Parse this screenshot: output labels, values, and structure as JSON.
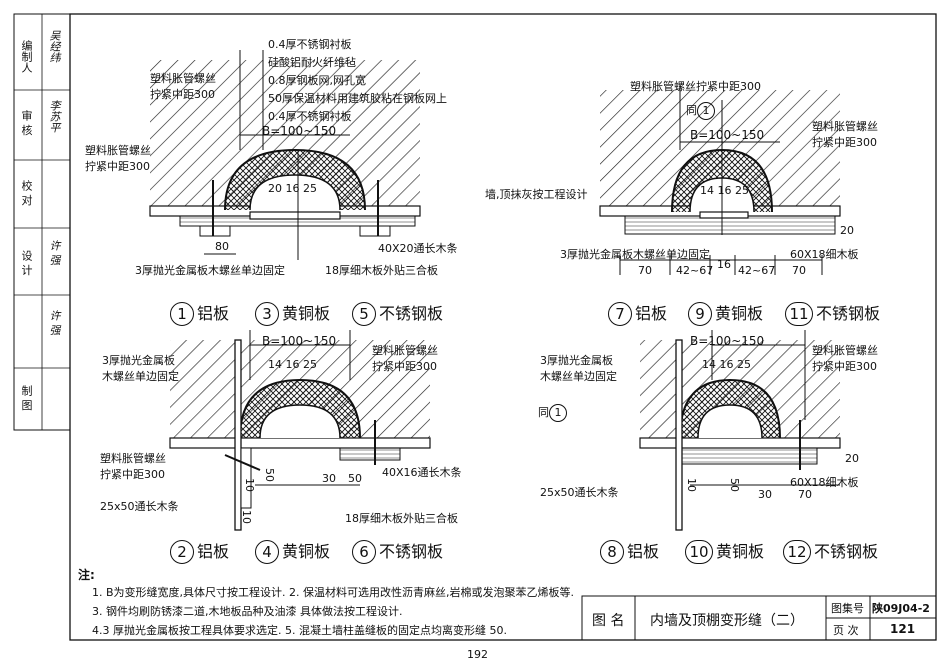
{
  "title_block": {
    "label_name": "图 名",
    "drawing_title": "内墙及顶棚变形缝（二）",
    "atlas_label": "图集号",
    "atlas_no": "陕09J04-2",
    "page_label": "页 次",
    "page_no": "121"
  },
  "page_number": "192",
  "side_labels": [
    "编制人",
    "审 核",
    "校 对",
    "设 计",
    "制 图"
  ],
  "side_names": [
    "吴经纬",
    "李苏平",
    "许 强",
    "许 强"
  ],
  "notes": {
    "heading": "注:",
    "line1": "1. B为变形缝宽度,具体尺寸按工程设计. 2. 保温材料可选用改性沥青麻丝,岩棉或发泡聚苯乙烯板等.",
    "line2": "3. 钢件均刷防锈漆二道,木地板品种及油漆 具体做法按工程设计.",
    "line3": "4.3 厚抛光金属板按工程具体要求选定. 5. 混凝土墙柱盖缝板的固定点均离变形缝 50."
  },
  "detail1": {
    "layers": [
      "0.4厚不锈钢衬板",
      "硅酸铝耐火纤维毡",
      "0.8厚钢板网,网孔宽",
      "50厚保温材料用建筑胶粘在钢板网上",
      "0.4厚不锈钢衬板"
    ],
    "screw_top": [
      "塑料胀管螺丝",
      "拧紧中距300"
    ],
    "screw_left": [
      "塑料胀管螺丝",
      "拧紧中距300"
    ],
    "b_dim": "B=100~150",
    "dims_small": "20 16 25",
    "dim_80": "80",
    "batten": "40X20通长木条",
    "plate_fix": "3厚抛光金属板木螺丝单边固定",
    "plywood": "18厚细木板外贴三合板",
    "captions": [
      {
        "num": "1",
        "text": "铝板"
      },
      {
        "num": "3",
        "text": "黄铜板"
      },
      {
        "num": "5",
        "text": "不锈钢板"
      }
    ]
  },
  "detail2": {
    "screw_top": "塑料胀管螺丝拧紧中距300",
    "same_as": "同",
    "same_ref": "1",
    "b_dim": "B=100~150",
    "screw_right": [
      "塑料胀管螺丝",
      "拧紧中距300"
    ],
    "wall_note": "墙,顶抹灰按工程设计",
    "dims_small": "14 16 25",
    "plate_fix": "3厚抛光金属板木螺丝单边固定",
    "board": "60X18细木板",
    "dim_20": "20",
    "dims_bottom": [
      "70",
      "42~67",
      "16",
      "42~67",
      "70"
    ],
    "captions": [
      {
        "num": "7",
        "text": "铝板"
      },
      {
        "num": "9",
        "text": "黄铜板"
      },
      {
        "num": "11",
        "text": "不锈钢板"
      }
    ]
  },
  "detail3": {
    "b_dim": "B=100~150",
    "plate_fix": [
      "3厚抛光金属板",
      "木螺丝单边固定"
    ],
    "screw_right": [
      "塑料胀管螺丝",
      "拧紧中距300"
    ],
    "dims_small": "14 16 25",
    "screw_left": [
      "塑料胀管螺丝",
      "拧紧中距300"
    ],
    "batten": "40X16通长木条",
    "batten2": "25x50通长木条",
    "plywood": "18厚细木板外贴三合板",
    "dims": [
      "10",
      "50",
      "30",
      "50",
      "10"
    ],
    "captions": [
      {
        "num": "2",
        "text": "铝板"
      },
      {
        "num": "4",
        "text": "黄铜板"
      },
      {
        "num": "6",
        "text": "不锈钢板"
      }
    ]
  },
  "detail4": {
    "b_dim": "B=100~150",
    "plate_fix": [
      "3厚抛光金属板",
      "木螺丝单边固定"
    ],
    "screw_right": [
      "塑料胀管螺丝",
      "拧紧中距300"
    ],
    "dims_small": "14 16 25",
    "same_as": "同",
    "same_ref": "1",
    "batten": "25x50通长木条",
    "board": "60X18细木板",
    "dims": [
      "10",
      "50",
      "30",
      "70",
      "20"
    ],
    "captions": [
      {
        "num": "8",
        "text": "铝板"
      },
      {
        "num": "10",
        "text": "黄铜板"
      },
      {
        "num": "12",
        "text": "不锈钢板"
      }
    ]
  }
}
